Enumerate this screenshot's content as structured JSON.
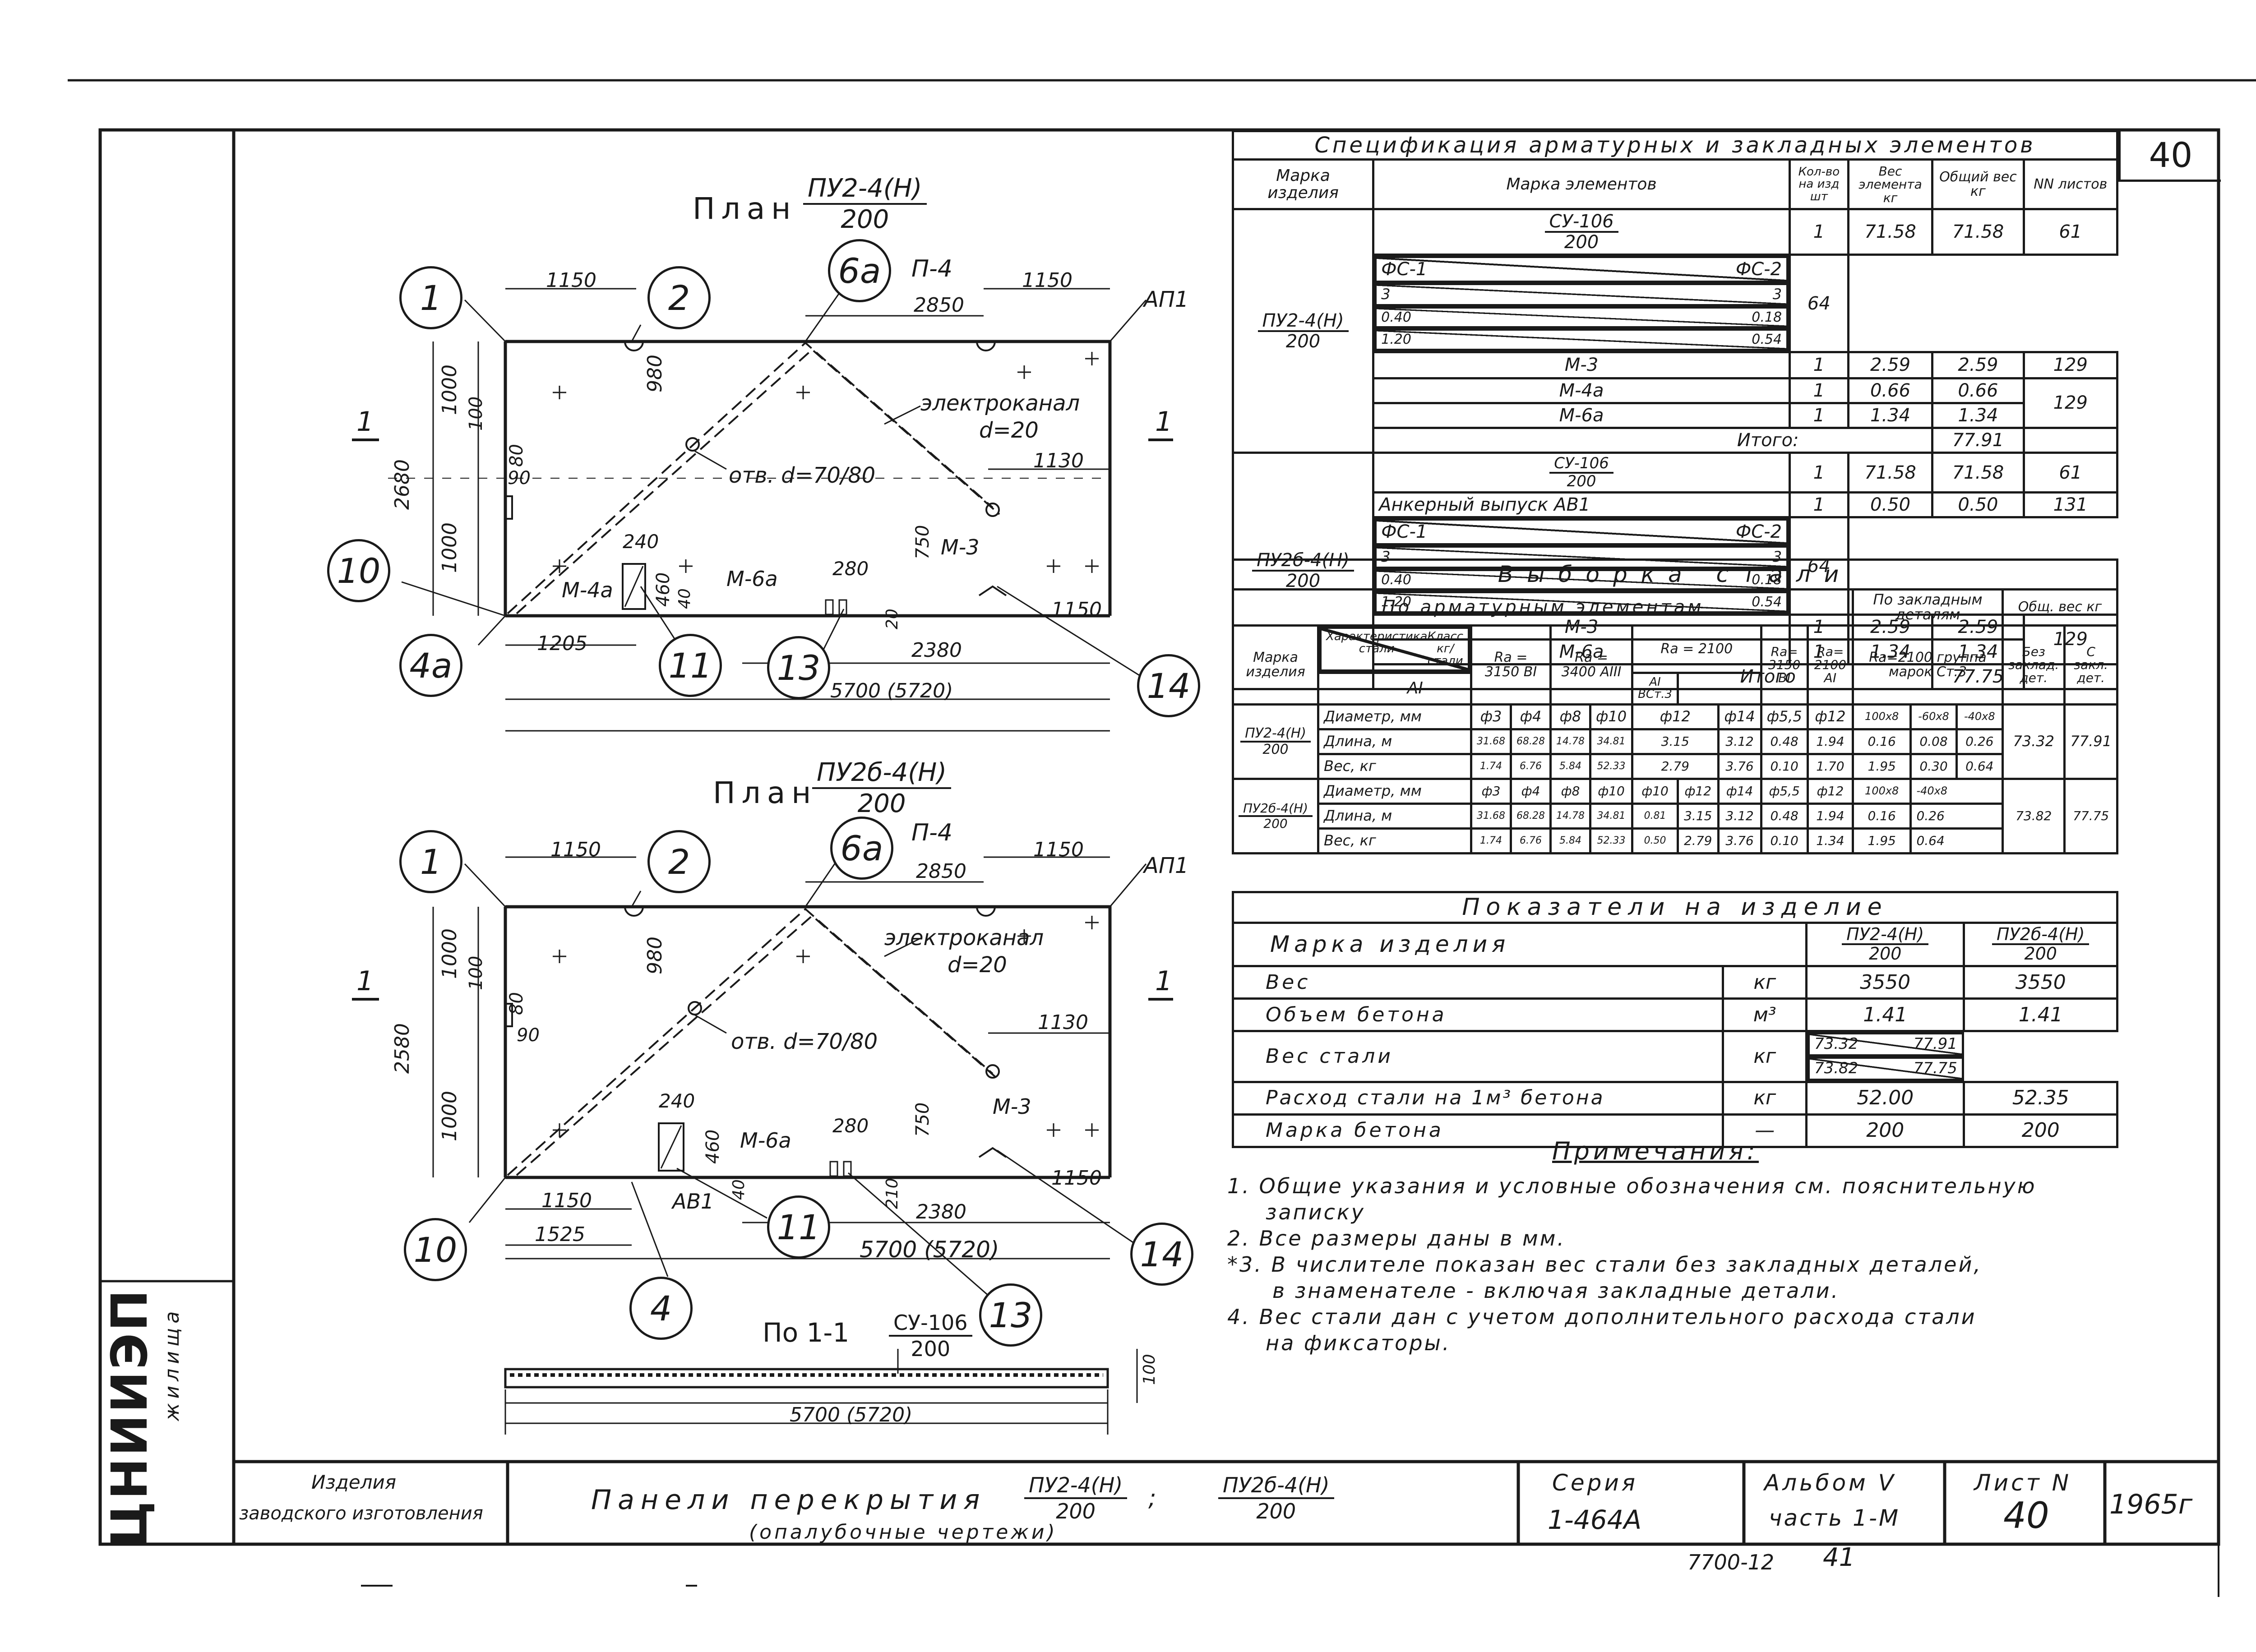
{
  "sheet_number_corner": "40",
  "plan1": {
    "label": "План",
    "mark_num": "ПУ2-4(Н)",
    "mark_den": "200",
    "dims": {
      "d1150a": "1150",
      "d1150b": "1150",
      "d2850": "2850",
      "d1000a": "1000",
      "d1000b": "1000",
      "d2680": "2680",
      "d980": "980",
      "d100": "100",
      "d80": "80",
      "d90": "90",
      "d240": "240",
      "d460": "460",
      "d40": "40",
      "d280": "280",
      "d750": "750",
      "d20": "20",
      "d1130": "1130",
      "d1205": "1205",
      "d2380": "2380",
      "d1150c": "1150",
      "total": "5700 (5720)"
    },
    "labels": {
      "p4": "П-4",
      "ap1": "АП1",
      "channel": "электроканал",
      "channel_d": "d=20",
      "hole": "отв. d=70/80",
      "m4a": "М-4а",
      "m6a": "М-6а",
      "m3": "М-3",
      "sec": "1"
    },
    "circles": [
      "1",
      "2",
      "6а",
      "10",
      "4а",
      "11",
      "13",
      "14"
    ]
  },
  "plan2": {
    "label": "План",
    "mark_num": "ПУ2б-4(Н)",
    "mark_den": "200",
    "dims": {
      "d1150a": "1150",
      "d1150b": "1150",
      "d2850": "2850",
      "d1000a": "1000",
      "d1000b": "1000",
      "d2580": "2580",
      "d980": "980",
      "d100": "100",
      "d80": "80",
      "d90": "90",
      "d240": "240",
      "d460": "460",
      "d40": "40",
      "d280": "280",
      "d750": "750",
      "d210": "210",
      "d1130": "1130",
      "d1150c": "1150",
      "d1525": "1525",
      "d2380": "2380",
      "d1150d": "1150",
      "total": "5700 (5720)"
    },
    "labels": {
      "p4": "П-4",
      "ap1": "АП1",
      "channel": "электроканал",
      "channel_d": "d=20",
      "hole": "отв. d=70/80",
      "m6a": "М-6а",
      "m3": "М-3",
      "ab1": "АВ1",
      "sec": "1"
    },
    "circles": [
      "1",
      "2",
      "6а",
      "10",
      "11",
      "4",
      "13",
      "14"
    ]
  },
  "section": {
    "label": "По 1-1",
    "mark_num": "СУ-106",
    "mark_den": "200",
    "d100": "100",
    "total": "5700 (5720)"
  },
  "spec": {
    "title": "Спецификация арматурных и закладных элементов",
    "headers": [
      "Марка изделия",
      "Марка элементов",
      "Кол-во на изд шт",
      "Вес элемента кг",
      "Общий вес кг",
      "NN листов"
    ],
    "p1_mark_num": "ПУ2-4(Н)",
    "p1_mark_den": "200",
    "p1_rows": [
      {
        "el_num": "СУ-106",
        "el_den": "200",
        "qty": "1",
        "w": "71.58",
        "tot": "71.58",
        "sheet": "61"
      },
      {
        "el_l": "ФС-1",
        "el_r": "ФС-2",
        "qty_l": "3",
        "qty_r": "3",
        "w_l": "0.40",
        "w_r": "0.18",
        "tot_l": "1.20",
        "tot_r": "0.54",
        "sheet": "64"
      },
      {
        "el": "М-3",
        "qty": "1",
        "w": "2.59",
        "tot": "2.59",
        "sheet": "129"
      },
      {
        "el": "М-4а",
        "qty": "1",
        "w": "0.66",
        "tot": "0.66",
        "sheet": "129"
      },
      {
        "el": "М-6а",
        "qty": "1",
        "w": "1.34",
        "tot": "1.34"
      }
    ],
    "p1_total_label": "Итого:",
    "p1_total": "77.91",
    "p2_mark_num": "ПУ2б-4(Н)",
    "p2_mark_den": "200",
    "p2_rows": [
      {
        "el_num": "СУ-106",
        "el_den": "200",
        "qty": "1",
        "w": "71.58",
        "tot": "71.58",
        "sheet": "61"
      },
      {
        "el": "Анкерный выпуск АВ1",
        "qty": "1",
        "w": "0.50",
        "tot": "0.50",
        "sheet": "131"
      },
      {
        "el_l": "ФС-1",
        "el_r": "ФС-2",
        "qty_l": "3",
        "qty_r": "3",
        "w_l": "0.40",
        "w_r": "0.18",
        "tot_l": "1.20",
        "tot_r": "0.54",
        "sheet": "64"
      },
      {
        "el": "М-3",
        "qty": "1",
        "w": "2.59",
        "tot": "2.59",
        "sheet": "129"
      },
      {
        "el": "М-6а",
        "qty": "1",
        "w": "1.34",
        "tot": "1.34"
      }
    ],
    "p2_total_label": "Итого",
    "p2_total": "77.75"
  },
  "steel": {
    "title": "Выборка стали",
    "sub_a": "По арматурным элементам",
    "sub_b": "По закладным деталям",
    "sub_c": "Общ. вес кг",
    "h_mark": "Марка изделия",
    "h_char_l": "Характеристика стали",
    "h_char_r": "Класс кг/стали",
    "h_ra3150": "Ra = 3150 BI",
    "h_ra3400": "Ra = 3400 AIII",
    "h_ra2100": "Ra = 2100",
    "h_ai": "AI",
    "h_ai_bst": "AI BCт.3",
    "h_ra3150b": "Ra= 3150 BI",
    "h_ra2100b": "Ra= 2100 AI",
    "h_group": "Ra=2100 группа марок Ст.3",
    "h_noemb": "Без заклад. дет.",
    "h_emb": "С закл. дет.",
    "r_diam": "Диаметр, мм",
    "r_len": "Длина, м",
    "r_wt": "Вес, кг",
    "p1_num": "ПУ2-4(Н)",
    "p1_den": "200",
    "p1_diam": [
      "ф3",
      "ф4",
      "ф8",
      "ф10",
      "ф12",
      "ф14",
      "ф5,5",
      "ф12",
      "100x8",
      "-60x8",
      "-40x8"
    ],
    "p1_len": [
      "31.68",
      "68.28",
      "14.78",
      "34.81",
      "3.15",
      "3.12",
      "0.48",
      "1.94",
      "0.16",
      "0.08",
      "0.26"
    ],
    "p1_wt": [
      "1.74",
      "6.76",
      "5.84",
      "52.33",
      "2.79",
      "3.76",
      "0.10",
      "1.70",
      "1.95",
      "0.30",
      "0.64"
    ],
    "p1_noemb": "73.32",
    "p1_emb": "77.91",
    "p2_num": "ПУ2б-4(Н)",
    "p2_den": "200",
    "p2_diam": [
      "ф3",
      "ф4",
      "ф8",
      "ф10",
      "ф10",
      "ф12",
      "ф14",
      "ф5,5",
      "ф12",
      "100x8",
      "-40x8"
    ],
    "p2_len": [
      "31.68",
      "68.28",
      "14.78",
      "34.81",
      "0.81",
      "3.15",
      "3.12",
      "0.48",
      "1.94",
      "0.16",
      "0.26"
    ],
    "p2_wt": [
      "1.74",
      "6.76",
      "5.84",
      "52.33",
      "0.50",
      "2.79",
      "3.76",
      "0.10",
      "1.34",
      "1.95",
      "0.64"
    ],
    "p2_noemb": "73.82",
    "p2_emb": "77.75"
  },
  "indicators": {
    "title": "Показатели на изделие",
    "h_mark": "Марка изделия",
    "h_p1_num": "ПУ2-4(Н)",
    "h_p1_den": "200",
    "h_p2_num": "ПУ2б-4(Н)",
    "h_p2_den": "200",
    "rows": [
      {
        "name": "Вес",
        "unit": "кг",
        "v1": "3550",
        "v2": "3550"
      },
      {
        "name": "Объем бетона",
        "unit": "м³",
        "v1": "1.41",
        "v2": "1.41"
      },
      {
        "name": "Вес стали",
        "unit": "кг",
        "v1_l": "73.32",
        "v1_r": "77.91",
        "v2_l": "73.82",
        "v2_r": "77.75"
      },
      {
        "name": "Расход стали на 1м³ бетона",
        "unit": "кг",
        "v1": "52.00",
        "v2": "52.35"
      },
      {
        "name": "Марка бетона",
        "unit": "—",
        "v1": "200",
        "v2": "200"
      }
    ]
  },
  "notes": {
    "title": "Примечания:",
    "items": [
      {
        "n": "1.",
        "a": "Общие указания и условные обозначения см. пояснительную",
        "b": "записку"
      },
      {
        "n": "2.",
        "a": "Все размеры даны в мм."
      },
      {
        "n": "*3.",
        "a": "В числителе показан вес стали без закладных деталей,",
        "b": "в знаменателе - включая закладные детали."
      },
      {
        "n": "4.",
        "a": "Вес стали дан с учетом дополнительного расхода стали",
        "b": "на фиксаторы."
      }
    ]
  },
  "title_block": {
    "org_logo": "ЦНИИЭП",
    "org_sub": "жилища",
    "c1a": "Изделия",
    "c1b": "заводского изготовления",
    "name": "Панели перекрытия",
    "m1_num": "ПУ2-4(Н)",
    "m1_den": "200",
    "sep": ";",
    "m2_num": "ПУ2б-4(Н)",
    "m2_den": "200",
    "name_sub": "(опалубочные чертежи)",
    "series_l": "Серия",
    "series": "1-464А",
    "album": "Альбом V",
    "part": "часть 1-М",
    "sheet_l": "Лист N",
    "sheet": "40",
    "year": "1965г",
    "bottom_code": "7700-12",
    "bottom_page": "41"
  }
}
